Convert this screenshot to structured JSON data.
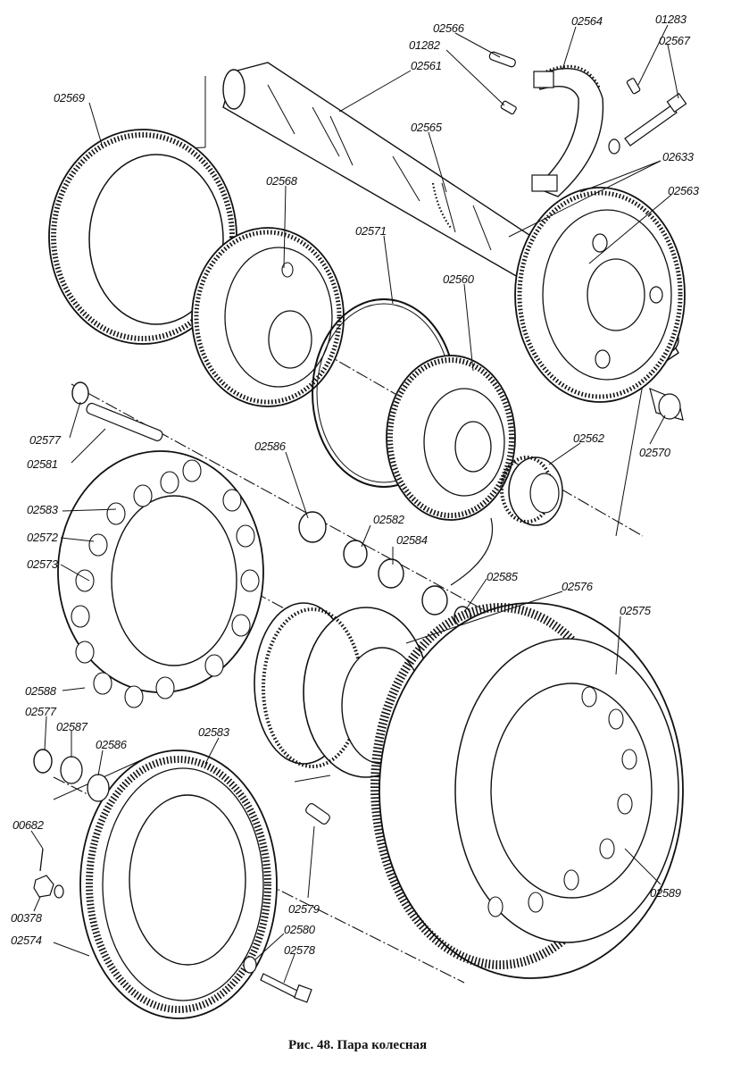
{
  "figure": {
    "caption": "Рис. 48. Пара колесная",
    "parts": [
      {
        "id": "02566",
        "name": "label-02566"
      },
      {
        "id": "01282",
        "name": "label-01282"
      },
      {
        "id": "02561",
        "name": "label-02561"
      },
      {
        "id": "02564",
        "name": "label-02564"
      },
      {
        "id": "01283",
        "name": "label-01283"
      },
      {
        "id": "02567",
        "name": "label-02567"
      },
      {
        "id": "02569",
        "name": "label-02569"
      },
      {
        "id": "02565",
        "name": "label-02565"
      },
      {
        "id": "02633",
        "name": "label-02633"
      },
      {
        "id": "02563",
        "name": "label-02563"
      },
      {
        "id": "02568",
        "name": "label-02568"
      },
      {
        "id": "02571",
        "name": "label-02571"
      },
      {
        "id": "02560",
        "name": "label-02560"
      },
      {
        "id": "02577",
        "name": "label-02577-top"
      },
      {
        "id": "02581",
        "name": "label-02581"
      },
      {
        "id": "02586",
        "name": "label-02586-top"
      },
      {
        "id": "02562",
        "name": "label-02562"
      },
      {
        "id": "02570",
        "name": "label-02570"
      },
      {
        "id": "02583",
        "name": "label-02583-top"
      },
      {
        "id": "02572",
        "name": "label-02572"
      },
      {
        "id": "02573",
        "name": "label-02573"
      },
      {
        "id": "02582",
        "name": "label-02582"
      },
      {
        "id": "02584",
        "name": "label-02584"
      },
      {
        "id": "02585",
        "name": "label-02585"
      },
      {
        "id": "02576",
        "name": "label-02576"
      },
      {
        "id": "02575",
        "name": "label-02575"
      },
      {
        "id": "02588",
        "name": "label-02588"
      },
      {
        "id": "02577",
        "name": "label-02577-bottom"
      },
      {
        "id": "02587",
        "name": "label-02587"
      },
      {
        "id": "02586",
        "name": "label-02586-bottom"
      },
      {
        "id": "02583",
        "name": "label-02583-bottom"
      },
      {
        "id": "00682",
        "name": "label-00682"
      },
      {
        "id": "00378",
        "name": "label-00378"
      },
      {
        "id": "02574",
        "name": "label-02574"
      },
      {
        "id": "02579",
        "name": "label-02579"
      },
      {
        "id": "02580",
        "name": "label-02580"
      },
      {
        "id": "02578",
        "name": "label-02578"
      },
      {
        "id": "02589",
        "name": "label-02589"
      }
    ]
  }
}
